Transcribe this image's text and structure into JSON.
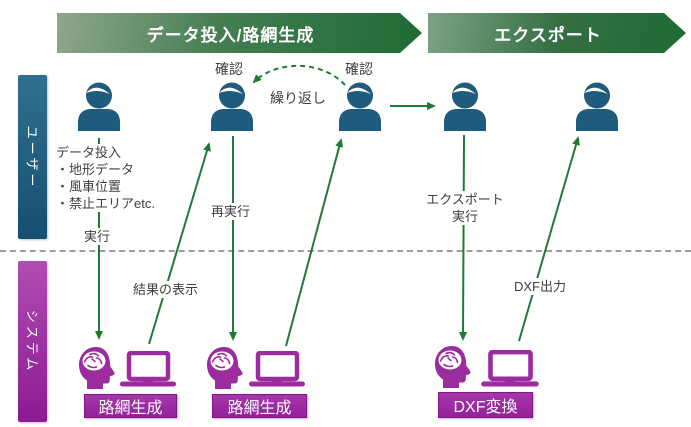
{
  "banners": [
    {
      "label": "データ投入/路網生成"
    },
    {
      "label": "エクスポート"
    }
  ],
  "lanes": [
    {
      "label": "ユーザー"
    },
    {
      "label": "システム"
    }
  ],
  "labels": {
    "confirm_1": "確認",
    "confirm_2": "確認",
    "repeat": "繰り返し",
    "data_input_title": "データ投入",
    "bullets": [
      "・地形データ",
      "・風車位置",
      "・禁止エリアetc."
    ],
    "execute": "実行",
    "result_display": "結果の表示",
    "rerun": "再実行",
    "export_line1": "エクスポート",
    "export_line2": "実行",
    "dxf_output": "DXF出力"
  },
  "system_boxes": [
    {
      "label": "路網生成"
    },
    {
      "label": "路網生成"
    },
    {
      "label": "DXF変換"
    }
  ],
  "colors": {
    "banner_green_dark": "#1e6b35",
    "banner_green_light": "#8fa78d",
    "user_lane_blue": "#1e5b7d",
    "system_purple": "#9b2b9e",
    "arrow_green": "#1e7b33",
    "divider_gray": "#9e9e9e",
    "text_gray": "#3f3f3f"
  }
}
